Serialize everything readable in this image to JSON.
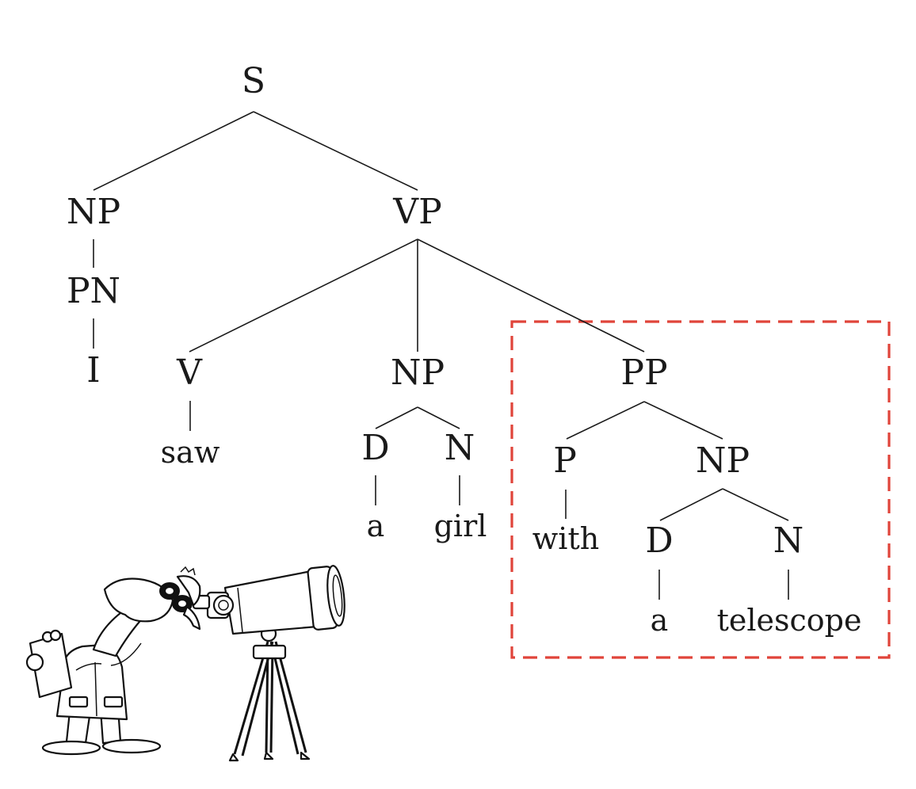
{
  "tree": {
    "nodes": {
      "S": "S",
      "NP_subj": "NP",
      "VP": "VP",
      "PN": "PN",
      "I": "I",
      "V": "V",
      "NP_obj": "NP",
      "PP": "PP",
      "saw": "saw",
      "D_obj": "D",
      "N_obj": "N",
      "a_obj": "a",
      "girl": "girl",
      "P": "P",
      "NP_pp": "NP",
      "with": "with",
      "D_pp": "D",
      "N_pp": "N",
      "a_pp": "a",
      "telescope": "telescope"
    },
    "highlight": {
      "target": "PP",
      "color": "#e0443a",
      "style": "dashed"
    }
  },
  "illustration": {
    "icon": "man-with-telescope-icon"
  }
}
